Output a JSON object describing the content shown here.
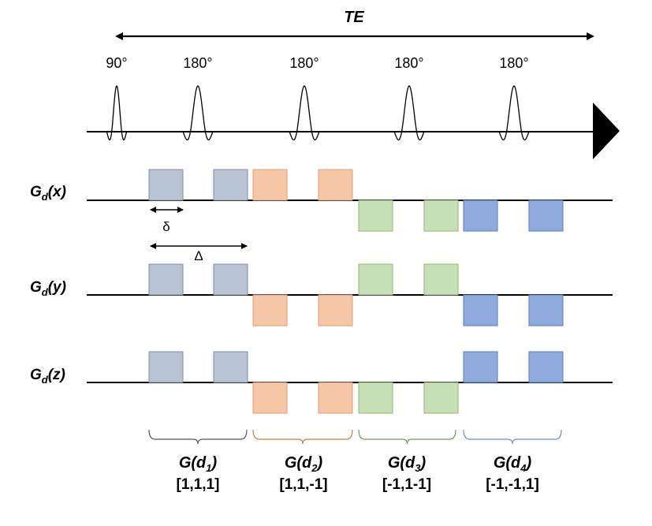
{
  "te_label": "TE",
  "pulses": [
    "90°",
    "180°",
    "180°",
    "180°",
    "180°"
  ],
  "gradient_axes": [
    {
      "main": "G",
      "sub": "d",
      "suffix": "(x)"
    },
    {
      "main": "G",
      "sub": "d",
      "suffix": "(y)"
    },
    {
      "main": "G",
      "sub": "d",
      "suffix": "(z)"
    }
  ],
  "delta_small": "δ",
  "delta_big": "Δ",
  "directions": [
    {
      "main": "G(d",
      "sub": "1",
      "suffix": ")",
      "vector": "[1,1,1]",
      "signs": [
        1,
        1,
        1
      ]
    },
    {
      "main": "G(d",
      "sub": "2",
      "suffix": ")",
      "vector": "[1,1,-1]",
      "signs": [
        1,
        -1,
        -1
      ]
    },
    {
      "main": "G(d",
      "sub": "3",
      "suffix": ")",
      "vector": "[-1,1-1]",
      "signs": [
        -1,
        1,
        -1
      ]
    },
    {
      "main": "G(d",
      "sub": "4",
      "suffix": ")",
      "vector": "[-1,-1,1]",
      "signs": [
        -1,
        -1,
        1
      ]
    }
  ],
  "colors": {
    "d1": {
      "fill": "#b8c4d3",
      "stroke": "#7f8c9d",
      "text": "#3c4a5c",
      "brace": "#555555"
    },
    "d2": {
      "fill": "#f6c7a6",
      "stroke": "#d9a07c",
      "text": "#c65a12",
      "brace": "#d07a3a"
    },
    "d3": {
      "fill": "#c7dfb4",
      "stroke": "#93b57a",
      "text": "#5a8a33",
      "brace": "#6aa04a"
    },
    "d4": {
      "fill": "#8faadc",
      "stroke": "#5c7cba",
      "text": "#4066a8",
      "brace": "#6a90d0"
    }
  }
}
